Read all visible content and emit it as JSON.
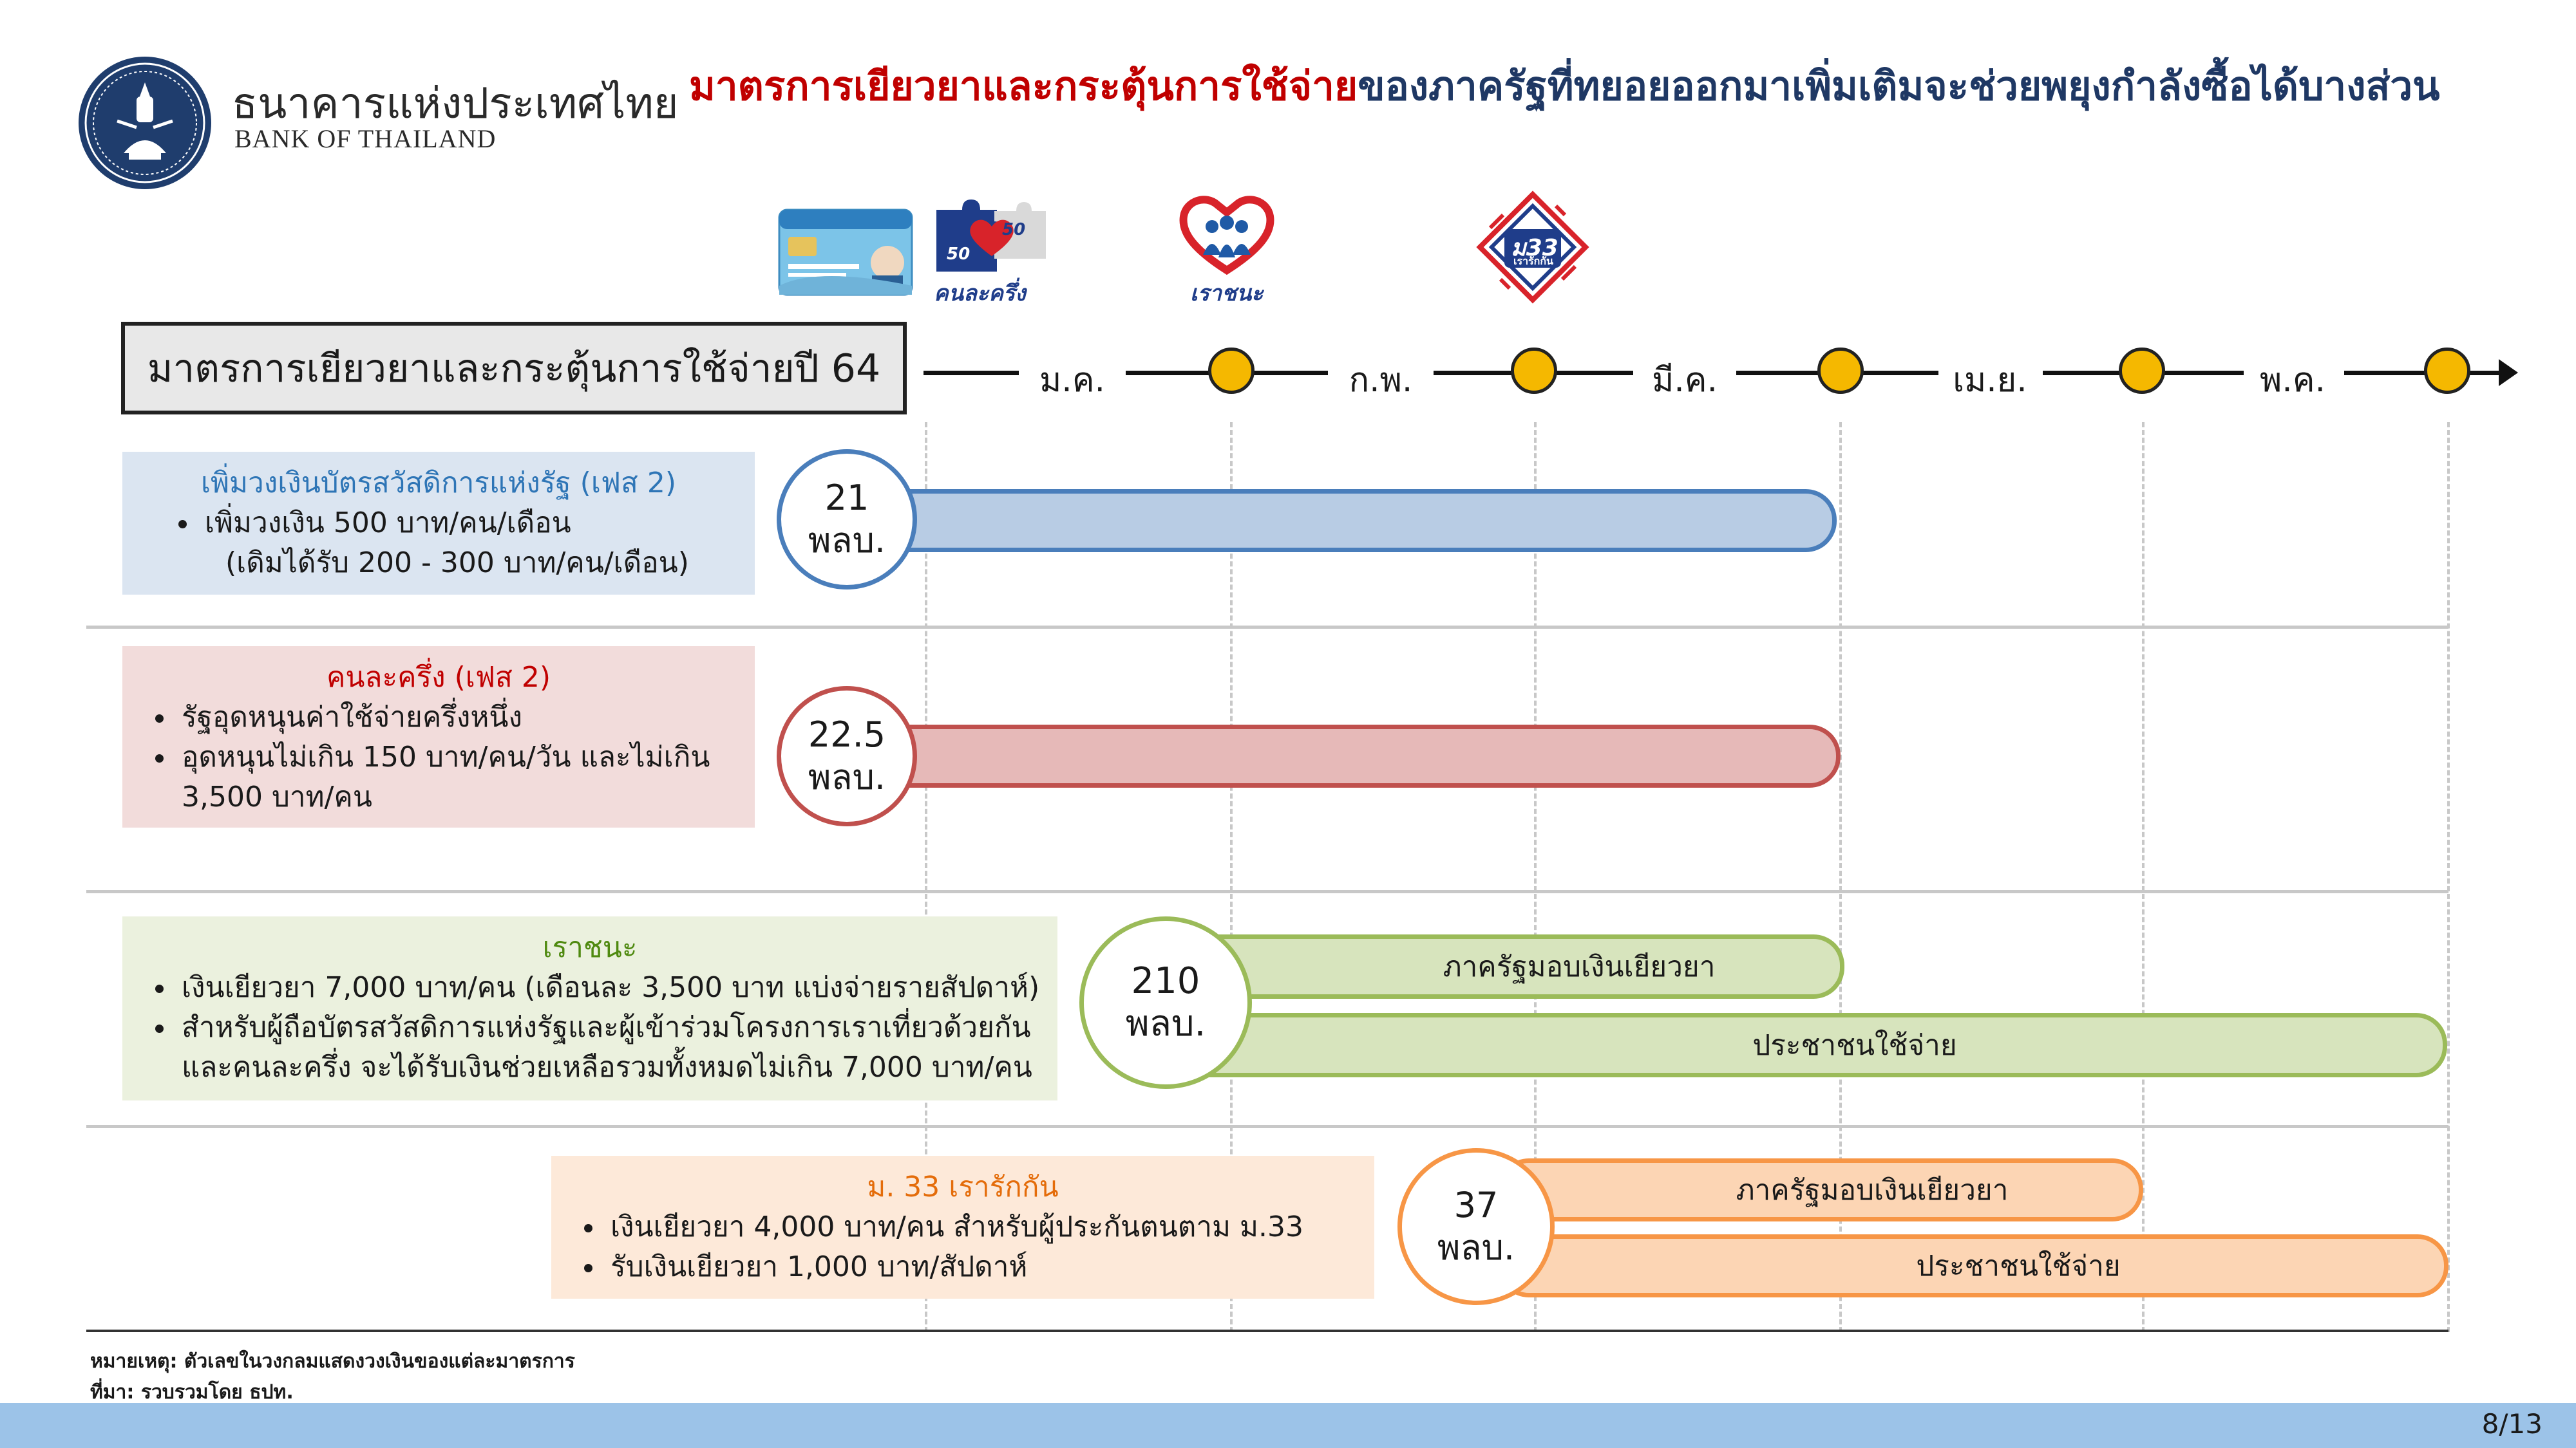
{
  "header": {
    "org_name_th": "ธนาคารแห่งประเทศไทย",
    "org_name_en": "BANK OF THAILAND",
    "headline_red": "มาตรการเยียวยาและกระตุ้นการใช้จ่าย",
    "headline_blue": "ของภาครัฐที่ทยอยออกมาเพิ่มเติมจะช่วยพยุงกำลังซื้อได้บางส่วน"
  },
  "program_logos": {
    "khon_la_khrueng": "คนละครึ่ง",
    "khon_la_khrueng_badge_left": "50",
    "khon_la_khrueng_badge_right": "50",
    "rao_chana": "เราชนะ",
    "m33": "ม33",
    "m33_sub": "เรารักกัน"
  },
  "timeline": {
    "title": "มาตรการเยียวยาและกระตุ้นการใช้จ่ายปี 64",
    "months": [
      "ม.ค.",
      "ก.พ.",
      "มี.ค.",
      "เม.ย.",
      "พ.ค."
    ]
  },
  "measures": [
    {
      "title": "เพิ่มวงเงินบัตรสวัสดิการแห่งรัฐ (เฟส 2)",
      "bullets": [
        "เพิ่มวงเงิน 500 บาท/คน/เดือน"
      ],
      "note": "(เดิมได้รับ 200 - 300 บาท/คน/เดือน)",
      "amount": "21",
      "unit": "พลบ.",
      "colors": {
        "box": "#dbe5f1",
        "title": "#2e75b6",
        "bar": "#b8cce4",
        "border": "#4a7ebb"
      }
    },
    {
      "title": "คนละครึ่ง (เฟส 2)",
      "bullets": [
        "รัฐอุดหนุนค่าใช้จ่ายครึ่งหนึ่ง",
        "อุดหนุนไม่เกิน 150 บาท/คน/วัน และไม่เกิน 3,500 บาท/คน"
      ],
      "amount": "22.5",
      "unit": "พลบ.",
      "colors": {
        "box": "#f2dcdb",
        "title": "#c00000",
        "bar": "#e6b9b8",
        "border": "#c0504d"
      }
    },
    {
      "title": "เราชนะ",
      "bullets": [
        "เงินเยียวยา 7,000 บาท/คน (เดือนละ 3,500 บาท แบ่งจ่ายรายสัปดาห์)",
        "สำหรับผู้ถือบัตรสวัสดิการแห่งรัฐและผู้เข้าร่วมโครงการเราเที่ยวด้วยกัน และคนละครึ่ง จะได้รับเงินช่วยเหลือรวมทั้งหมดไม่เกิน 7,000 บาท/คน"
      ],
      "amount": "210",
      "unit": "พลบ.",
      "bar_labels": [
        "ภาครัฐมอบเงินเยียวยา",
        "ประชาชนใช้จ่าย"
      ],
      "colors": {
        "box": "#ebf1de",
        "title": "#4f8a10",
        "bar": "#d7e4bd",
        "border": "#9bbb59"
      }
    },
    {
      "title": "ม. 33 เรารักกัน",
      "bullets": [
        "เงินเยียวยา 4,000 บาท/คน สำหรับผู้ประกันตนตาม ม.33",
        "รับเงินเยียวยา 1,000 บาท/สัปดาห์"
      ],
      "amount": "37",
      "unit": "พลบ.",
      "bar_labels": [
        "ภาครัฐมอบเงินเยียวยา",
        "ประชาชนใช้จ่าย"
      ],
      "colors": {
        "box": "#fde9d9",
        "title": "#e46c0a",
        "bar": "#fcd5b4",
        "border": "#f79646"
      }
    }
  ],
  "footnote": {
    "note": "หมายเหตุ: ตัวเลขในวงกลมแสดงวงเงินของแต่ละมาตรการ",
    "source": "ที่มา: รวบรวมโดย ธปท."
  },
  "page_number": "8/13"
}
